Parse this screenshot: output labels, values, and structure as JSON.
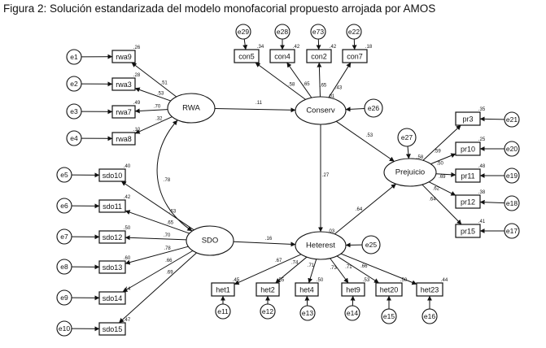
{
  "title": "Figura 2: Solución estandarizada del modelo monofacorial propuesto arrojada por AMOS",
  "latents": [
    {
      "id": "RWA",
      "label": "RWA"
    },
    {
      "id": "Conserv",
      "label": "Conserv"
    },
    {
      "id": "SDO",
      "label": "SDO"
    },
    {
      "id": "Heterest",
      "label": "Heterest"
    },
    {
      "id": "Prejuicio",
      "label": "Prejuicio"
    }
  ],
  "indicators": [
    {
      "id": "rwa9",
      "label": "rwa9",
      "error": "e1",
      "r2": ".26"
    },
    {
      "id": "rwa3",
      "label": "rwa3",
      "error": "e2",
      "r2": ".28"
    },
    {
      "id": "rwa7",
      "label": "rwa7",
      "error": "e3",
      "r2": ".49"
    },
    {
      "id": "rwa8",
      "label": "rwa8",
      "error": "e4",
      "r2": ".10"
    },
    {
      "id": "sdo10",
      "label": "sdo10",
      "error": "e5",
      "r2": ".40"
    },
    {
      "id": "sdo11",
      "label": "sdo11",
      "error": "e6",
      "r2": ".42"
    },
    {
      "id": "sdo12",
      "label": "sdo12",
      "error": "e7",
      "r2": ".50"
    },
    {
      "id": "sdo13",
      "label": "sdo13",
      "error": "e8",
      "r2": ".60"
    },
    {
      "id": "sdo14",
      "label": "sdo14",
      "error": "e9",
      "r2": ".44"
    },
    {
      "id": "sdo15",
      "label": "sdo15",
      "error": "e10",
      "r2": ".47"
    },
    {
      "id": "con5",
      "label": "con5",
      "error": "e29",
      "r2": ".34"
    },
    {
      "id": "con4",
      "label": "con4",
      "error": "e28",
      "r2": ".42"
    },
    {
      "id": "con2",
      "label": "con2",
      "error": "e73",
      "r2": ".42"
    },
    {
      "id": "con7",
      "label": "con7",
      "error": "e22",
      "r2": ".18"
    },
    {
      "id": "pr3",
      "label": "pr3",
      "error": "e21",
      "r2": ".35"
    },
    {
      "id": "pr10",
      "label": "pr10",
      "error": "e20",
      "r2": ".25"
    },
    {
      "id": "pr11",
      "label": "pr11",
      "error": "e19",
      "r2": ".48"
    },
    {
      "id": "pr12",
      "label": "pr12",
      "error": "e18",
      "r2": ".38"
    },
    {
      "id": "pr15",
      "label": "pr15",
      "error": "e17",
      "r2": ".41"
    },
    {
      "id": "het1",
      "label": "het1",
      "error": "e11",
      "r2": ".45"
    },
    {
      "id": "het2",
      "label": "het2",
      "error": "e12",
      "r2": ".55"
    },
    {
      "id": "het4",
      "label": "het4",
      "error": "e13",
      "r2": ".50"
    },
    {
      "id": "het9",
      "label": "het9",
      "error": "e14",
      "r2": ".53"
    },
    {
      "id": "het20",
      "label": "het20",
      "error": "e15",
      "r2": ".50"
    },
    {
      "id": "het23",
      "label": "het23",
      "error": "e16",
      "r2": ".44"
    }
  ],
  "disturbances": [
    {
      "id": "e26",
      "label": "e26"
    },
    {
      "id": "e27",
      "label": "e27"
    },
    {
      "id": "e25",
      "label": "e25"
    },
    {
      "id": "e28b",
      "label": "e28"
    }
  ],
  "loadings": {
    "rwa9": ".51",
    "rwa3": ".53",
    "rwa7": ".70",
    "rwa8": ".32",
    "sdo10": ".63",
    "sdo11": ".65",
    "sdo12": ".70",
    "sdo13": ".78",
    "sdo14": ".66",
    "sdo15": ".69",
    "con5": ".58",
    "con4": ".65",
    "con2": ".65",
    "con7": ".43",
    "pr3": ".59",
    "pr10": ".50",
    "pr11": ".69",
    "pr12": ".62",
    "pr15": ".64",
    "het1": ".67",
    "het2": ".74",
    "het4": ".71",
    "het9": ".73",
    "het20": ".71",
    "het23": ".66"
  },
  "paths": [
    {
      "from": "RWA",
      "to": "Conserv",
      "value": ".11"
    },
    {
      "from": "SDO",
      "to": "Heterest",
      "value": ".16"
    },
    {
      "from": "Conserv",
      "to": "Heterest",
      "value": ".27"
    },
    {
      "from": "Conserv",
      "to": "Prejuicio",
      "value": ".53"
    },
    {
      "from": "Heterest",
      "to": "Prejuicio",
      "value": ".64"
    }
  ],
  "covariances": [
    {
      "a": "RWA",
      "b": "SDO",
      "value": ".78"
    }
  ],
  "r2_latent": {
    "Conserv": ".01",
    "Heterest": ".03",
    "Prejuicio": ".58"
  }
}
